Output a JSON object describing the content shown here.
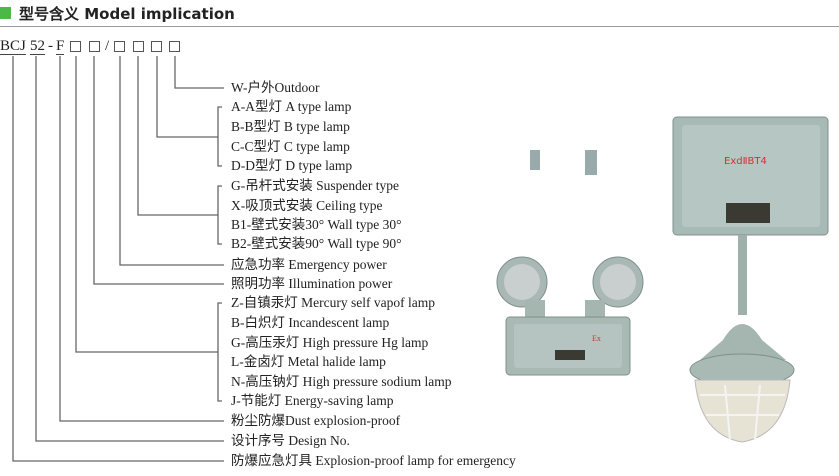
{
  "header": {
    "title": "型号含义 Model implication",
    "accent_color": "#4cb848"
  },
  "model_code": {
    "prefix": "BCJ",
    "series": "52",
    "dash": "-",
    "type": "F",
    "slash": "/"
  },
  "rows": [
    "W-户外Outdoor",
    "A-A型灯 A type lamp",
    "B-B型灯 B type lamp",
    "C-C型灯 C type lamp",
    "D-D型灯 D type lamp",
    "G-吊杆式安装 Suspender type",
    "X-吸顶式安装 Ceiling type",
    "B1-壁式安装30°   Wall type 30°",
    "B2-壁式安装90°   Wall type 90°",
    "应急功率 Emergency power",
    "照明功率 Illumination power",
    "Z-自镇汞灯 Mercury self vapof lamp",
    "B-白炽灯 Incandescent lamp",
    "G-高压汞灯 High pressure Hg lamp",
    "L-金卤灯 Metal halide lamp",
    "N-高压钠灯 High pressure sodium lamp",
    "J-节能灯 Energy-saving lamp",
    "粉尘防爆Dust explosion-proof",
    "设计序号 Design No.",
    "防爆应急灯具 Explosion-proof lamp for emergency"
  ],
  "photo": {
    "marking": "ExdⅡBT4",
    "ex_label": "Ex"
  }
}
